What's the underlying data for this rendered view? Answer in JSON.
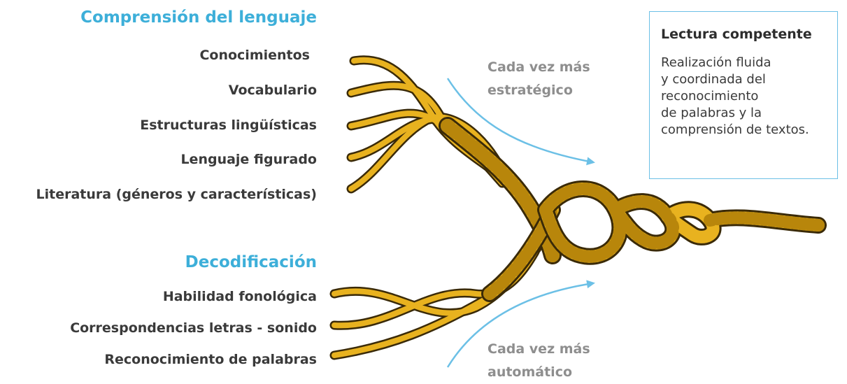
{
  "comprehension": {
    "title": "Comprensión del lenguaje",
    "items": [
      "Conocimientos",
      "Vocabulario",
      "Estructuras lingüísticas",
      "Lenguaje figurado",
      "Literatura (géneros y características)"
    ]
  },
  "decoding": {
    "title": "Decodificación",
    "items": [
      "Habilidad fonológica",
      "Correspondencias letras - sonido",
      "Reconocimiento de palabras"
    ]
  },
  "annotations": {
    "strategic": [
      "Cada vez más",
      "estratégico"
    ],
    "automatic": [
      "Cada vez más",
      "automático"
    ]
  },
  "result_box": {
    "title": "Lectura competente",
    "lines": [
      "Realización fluida",
      "y coordinada del",
      "reconocimiento",
      "de palabras y la",
      "comprensión de textos."
    ]
  },
  "colors": {
    "heading": "#3dafd9",
    "rope_fill": "#e8b21f",
    "rope_outline": "#3a2a08",
    "arrow": "#6cc0e6",
    "box_border": "#6cc0e6"
  }
}
